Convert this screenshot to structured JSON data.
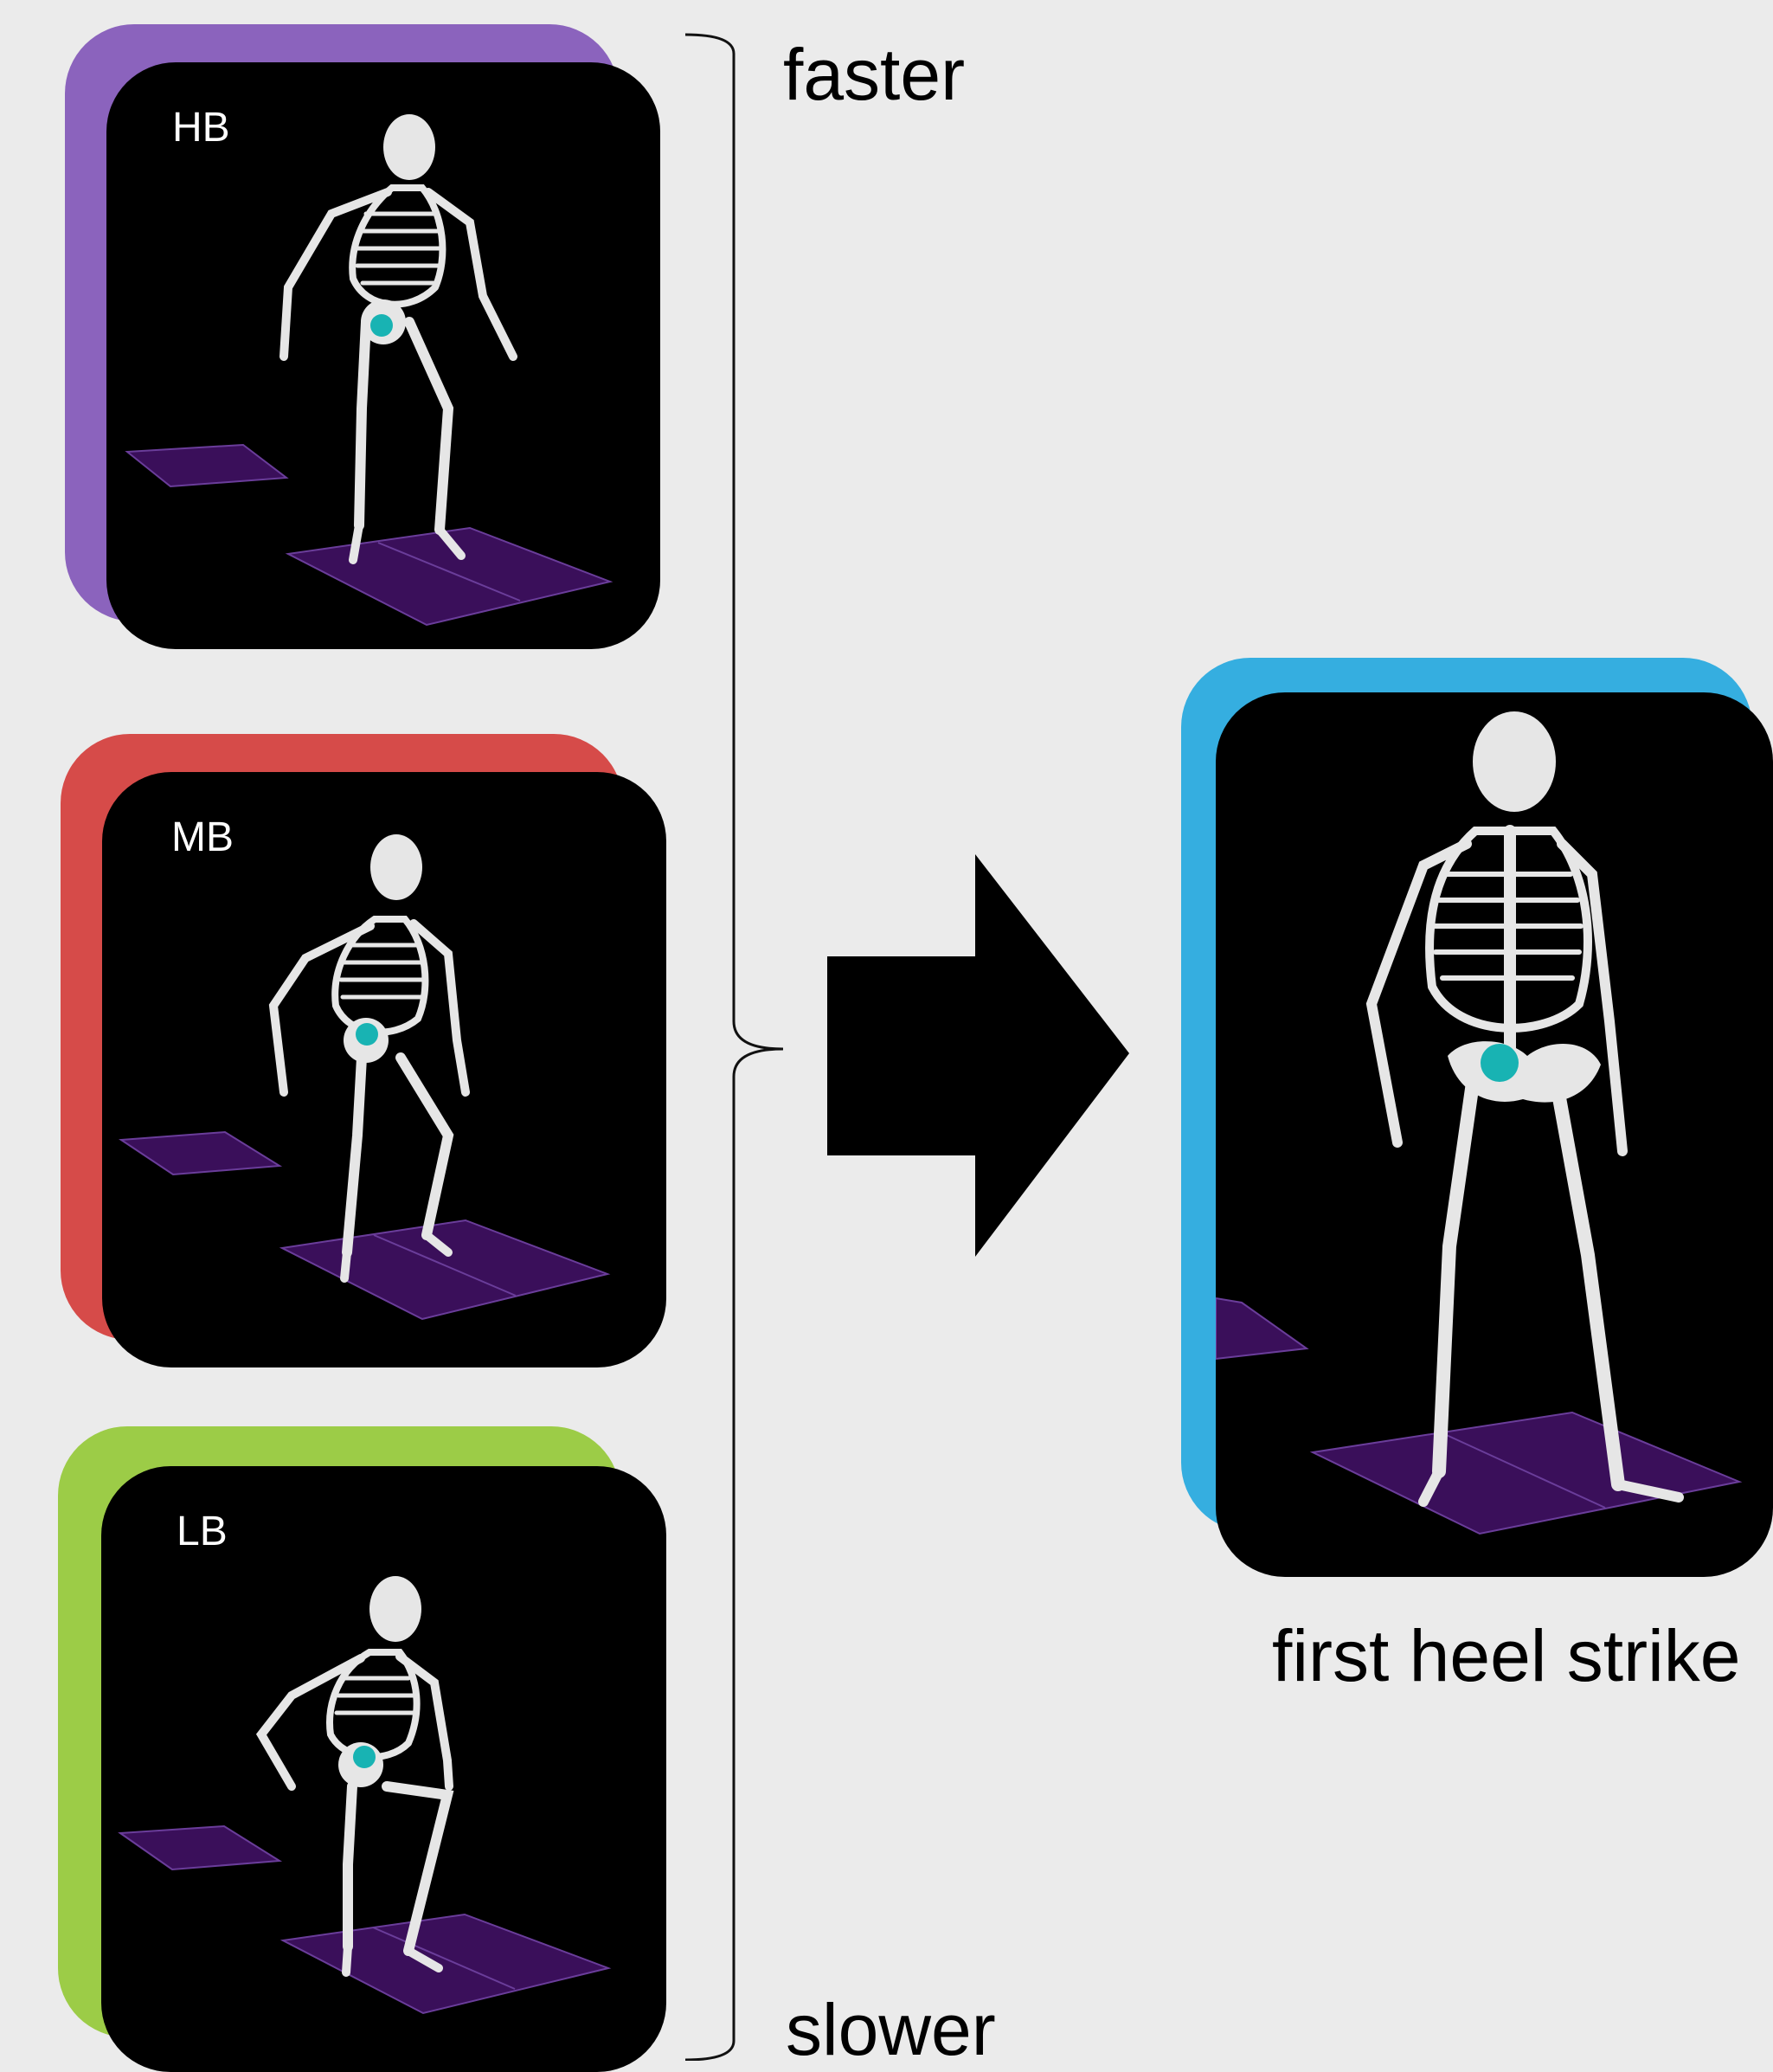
{
  "panels": [
    {
      "id": "hb",
      "label": "HB",
      "accent": "#8b63bd"
    },
    {
      "id": "mb",
      "label": "MB",
      "accent": "#d64b49"
    },
    {
      "id": "lb",
      "label": "LB",
      "accent": "#9ccc47"
    }
  ],
  "result": {
    "accent": "#35aee0",
    "caption": "first heel strike"
  },
  "scale": {
    "top_label": "faster",
    "bottom_label": "slower"
  },
  "colors": {
    "background": "#ebebeb",
    "panel_bg": "#000000",
    "floor_plate": "#3a0f5a",
    "marker_ball": "#18b3b3",
    "bone": "#e6e6e6"
  }
}
